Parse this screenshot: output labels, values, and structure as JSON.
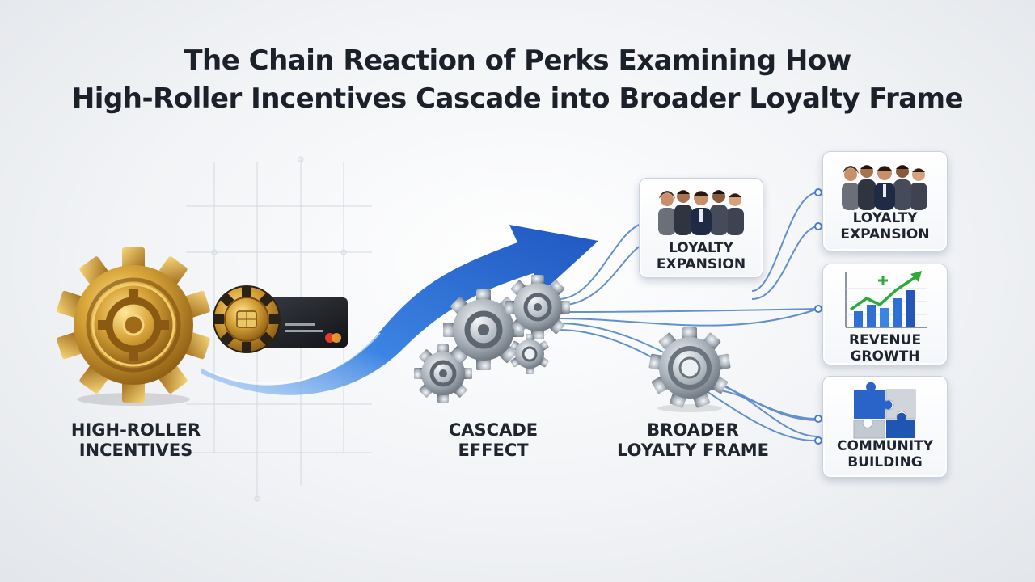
{
  "title": {
    "line1": "The Chain Reaction of Perks Examining How",
    "line2": "High-Roller Incentives Cascade into Broader Loyalty Frame"
  },
  "stages": {
    "incentives": {
      "line1": "HIGH-ROLLER",
      "line2": "INCENTIVES"
    },
    "cascade": {
      "line1": "CASCADE",
      "line2": "EFFECT"
    },
    "frame": {
      "line1": "BROADER",
      "line2": "LOYALTY FRAME"
    }
  },
  "cards": {
    "loyalty_a": {
      "line1": "LOYALTY",
      "line2": "EXPANSION",
      "icon": "team-icon"
    },
    "loyalty_b": {
      "line1": "LOYALTY",
      "line2": "EXPANSION",
      "icon": "team-icon"
    },
    "revenue": {
      "line1": "REVENUE",
      "line2": "GROWTH",
      "icon": "growth-chart-icon"
    },
    "community": {
      "line1": "COMMUNITY",
      "line2": "BUILDING",
      "icon": "puzzle-icon"
    }
  },
  "colors": {
    "gold": "#c8932a",
    "arrow_blue": "#2f6fd6",
    "steel": "#9aa3ad",
    "line_blue": "#4a7fc4",
    "growth_green": "#2eaa3a"
  }
}
